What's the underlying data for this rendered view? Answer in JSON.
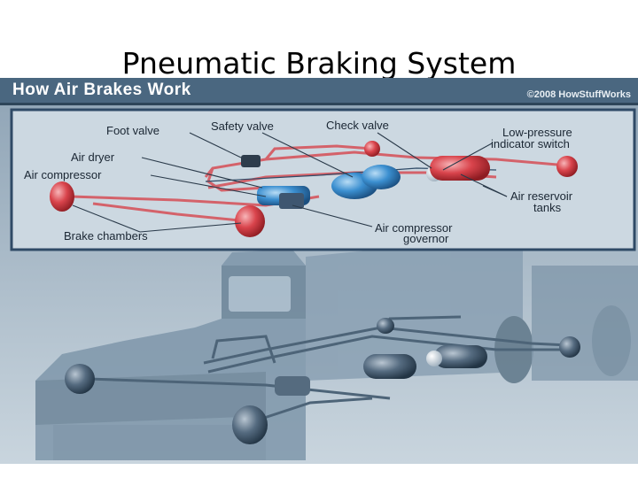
{
  "slide": {
    "title": "Pneumatic Braking System"
  },
  "figure": {
    "banner_title": "How Air Brakes Work",
    "credit": "©2008 HowStuffWorks",
    "labels": {
      "foot_valve": "Foot valve",
      "safety_valve": "Safety valve",
      "check_valve": "Check valve",
      "low_pressure_1": "Low-pressure",
      "low_pressure_2": "indicator switch",
      "air_dryer": "Air dryer",
      "air_compressor": "Air compressor",
      "air_reservoir_1": "Air reservoir",
      "air_reservoir_2": "tanks",
      "brake_chambers": "Brake chambers",
      "governor_1": "Air compressor",
      "governor_2": "governor"
    },
    "colors": {
      "banner": "#3d5a73",
      "inset_bg": "#c9d6e0",
      "inset_border": "#2f4a66",
      "brake_red": "#c8323a",
      "tank_blue": "#2f7fc4",
      "truck_fill": "#7d95aa",
      "bg_gradient_top": "#9fb2c2",
      "bg_gradient_bottom": "#c7d3dd"
    }
  }
}
